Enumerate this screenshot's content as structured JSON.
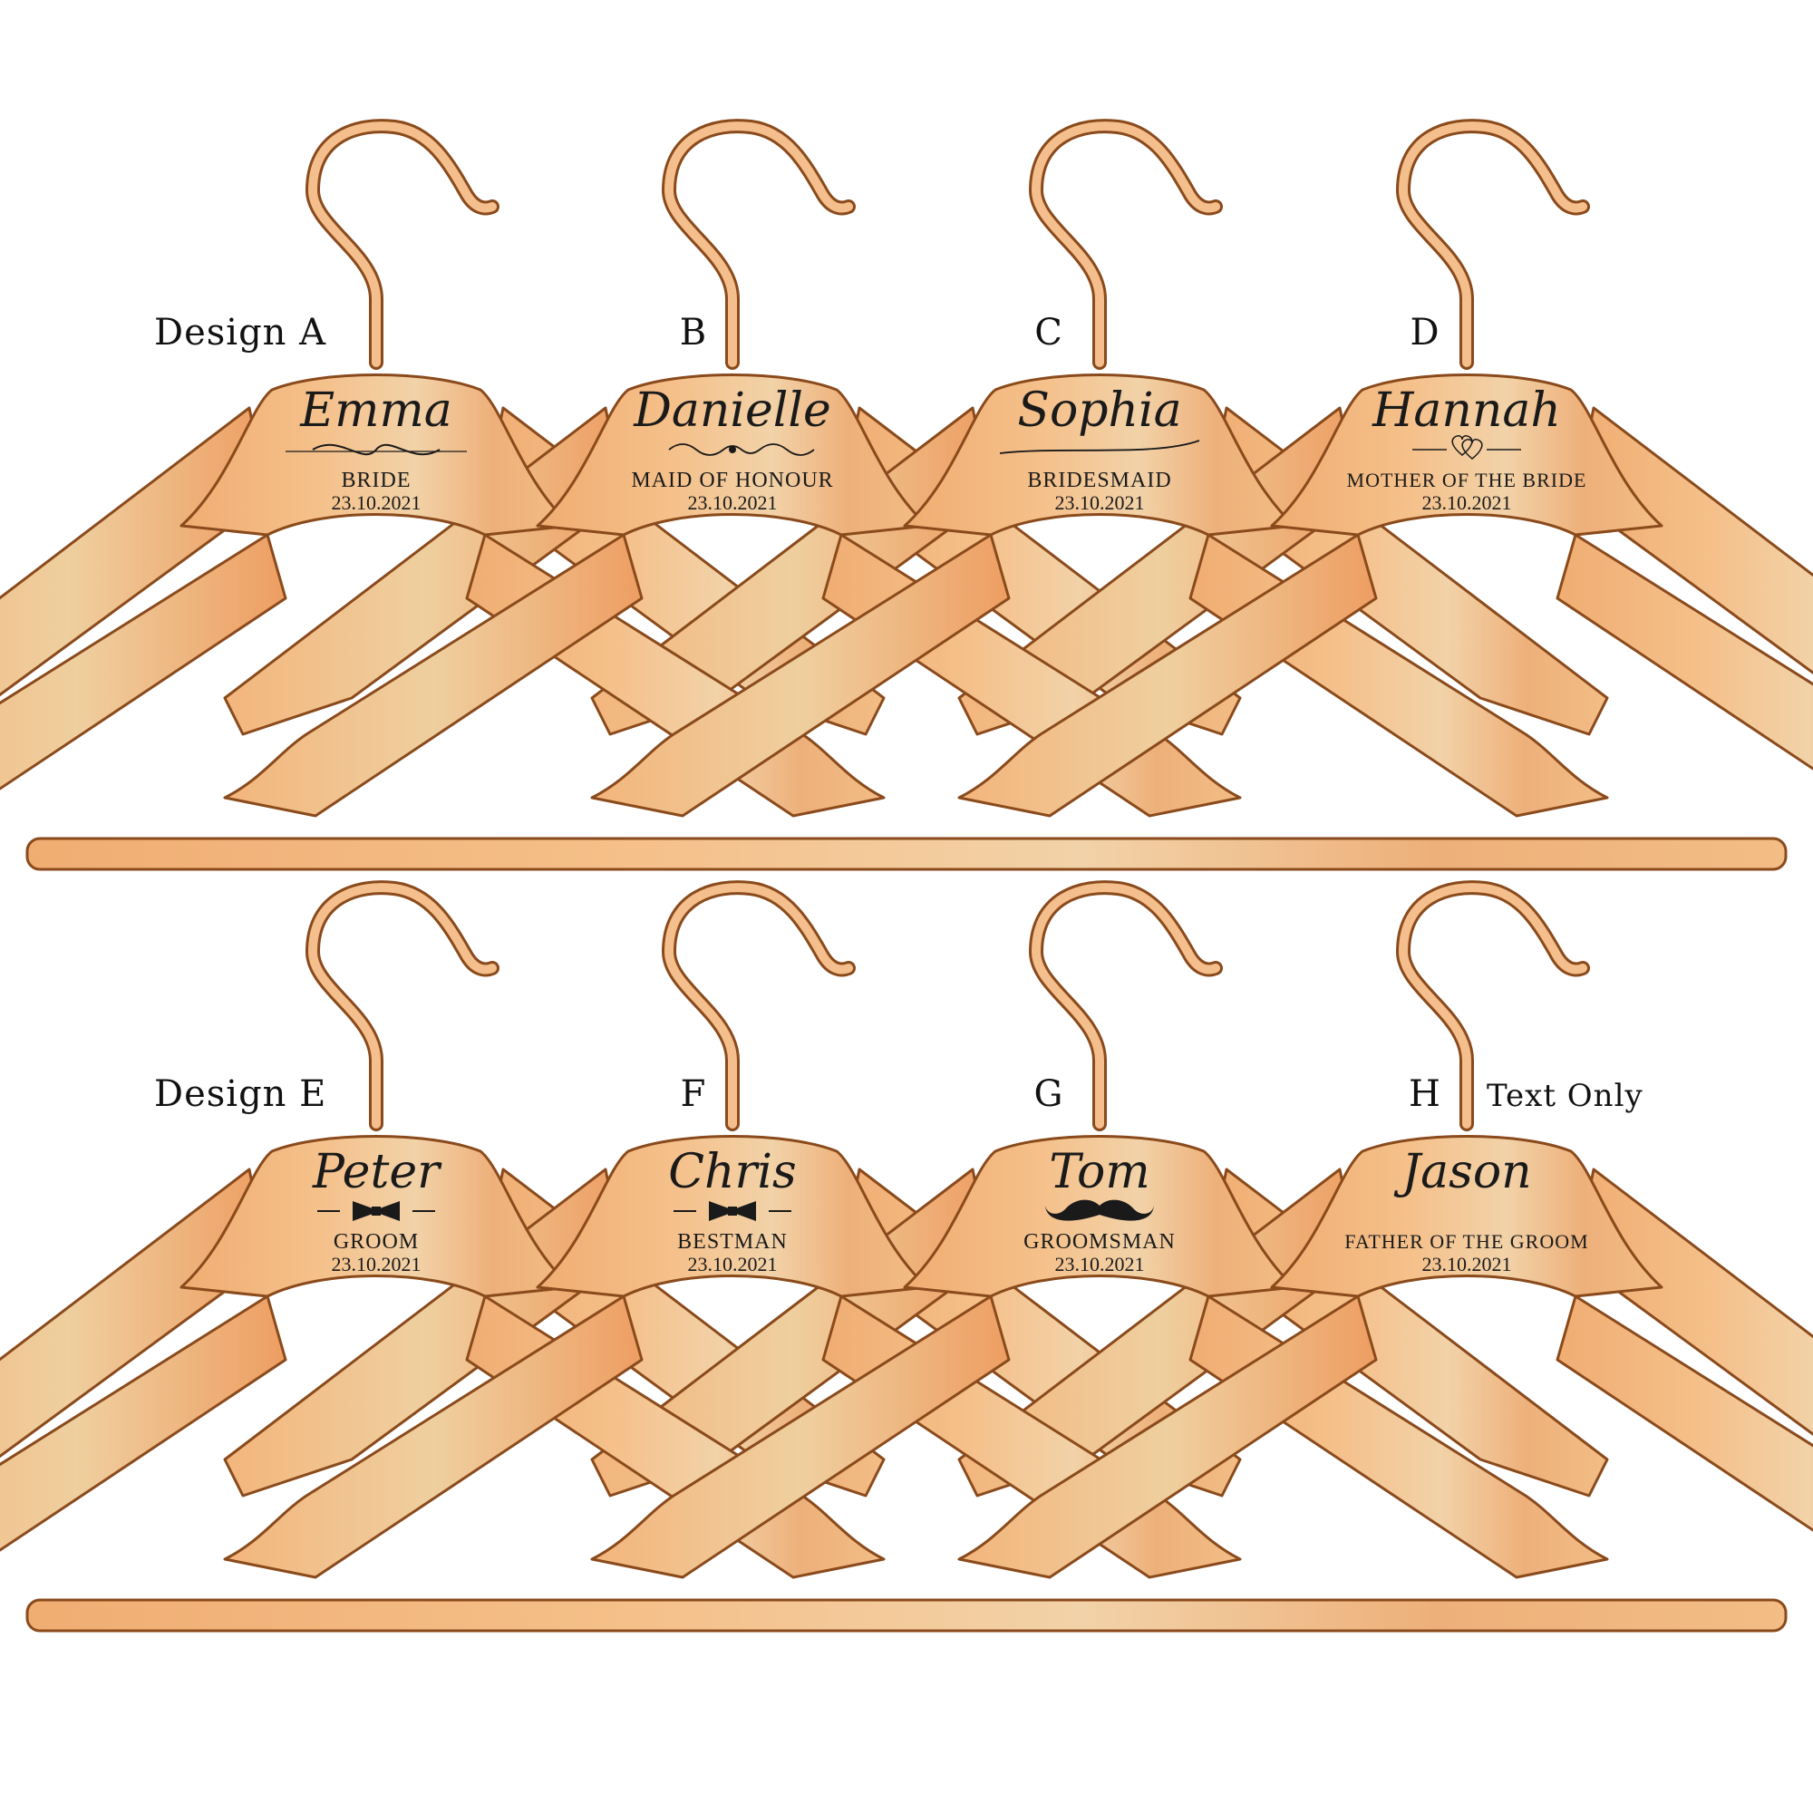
{
  "colors": {
    "wood_light": "#f6c99a",
    "wood_mid": "#f0ad72",
    "wood_dark": "#e89a5e",
    "wood_highlight": "#f2d2a8",
    "outline": "#8a4a1c",
    "ink": "#1a1a1a"
  },
  "rows": [
    {
      "hangers": [
        {
          "design_label": "Design A",
          "name": "Emma",
          "role": "BRIDE",
          "date": "23.10.2021",
          "ornament": "infinity-flourish-icon"
        },
        {
          "design_label": "B",
          "name": "Danielle",
          "role": "MAID OF HONOUR",
          "date": "23.10.2021",
          "ornament": "scroll-flourish-icon"
        },
        {
          "design_label": "C",
          "name": "Sophia",
          "role": "BRIDESMAID",
          "date": "23.10.2021",
          "ornament": "swash-underline-icon"
        },
        {
          "design_label": "D",
          "name": "Hannah",
          "role": "MOTHER OF THE BRIDE",
          "date": "23.10.2021",
          "ornament": "double-heart-icon"
        }
      ]
    },
    {
      "hangers": [
        {
          "design_label": "Design E",
          "name": "Peter",
          "role": "GROOM",
          "date": "23.10.2021",
          "ornament": "bow-tie-icon"
        },
        {
          "design_label": "F",
          "name": "Chris",
          "role": "BESTMAN",
          "date": "23.10.2021",
          "ornament": "bow-tie-icon"
        },
        {
          "design_label": "G",
          "name": "Tom",
          "role": "GROOMSMAN",
          "date": "23.10.2021",
          "ornament": "moustache-icon"
        },
        {
          "design_label": "H",
          "extra_label": "Text Only",
          "name": "Jason",
          "role": "FATHER OF THE GROOM",
          "date": "23.10.2021",
          "ornament": "none"
        }
      ]
    }
  ]
}
